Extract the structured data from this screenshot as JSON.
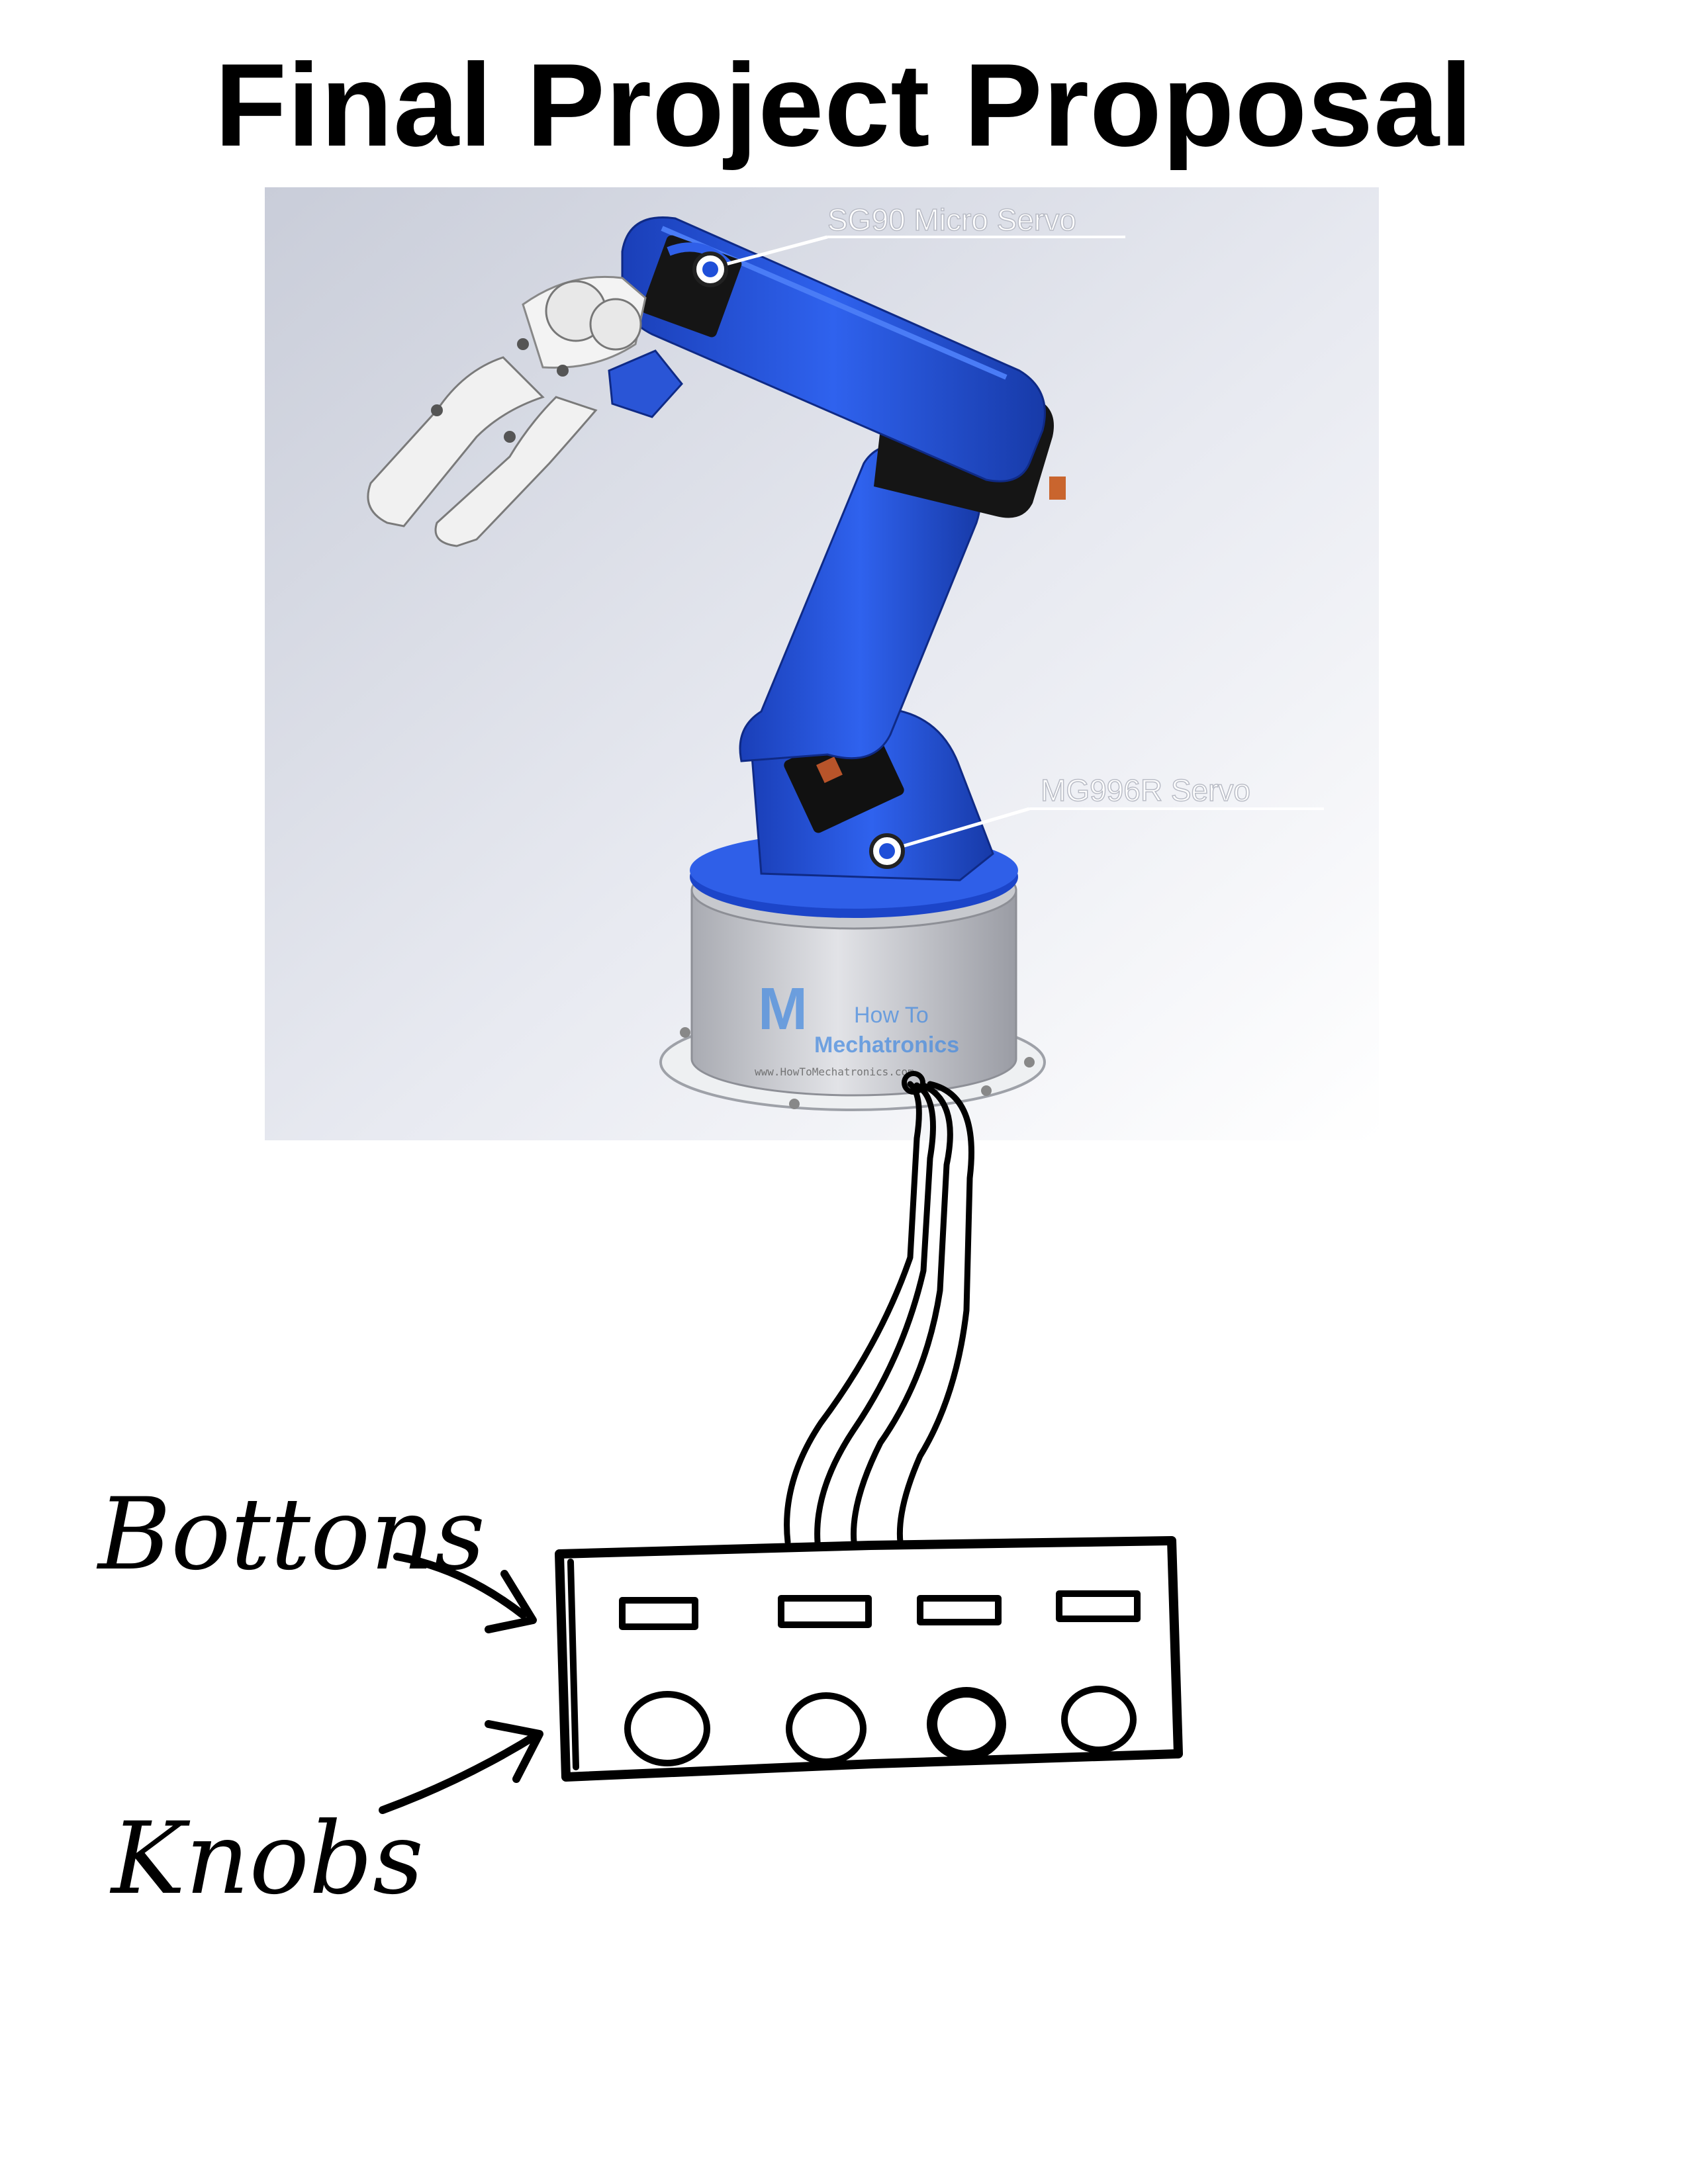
{
  "title": "Final Project Proposal",
  "arm_image": {
    "callouts": [
      "SG90 Micro Servo",
      "MG996R Servo"
    ],
    "watermark": {
      "line1": "How To",
      "line2": "Mechatronics",
      "url": "www.HowToMechatronics.com"
    }
  },
  "sketch": {
    "labels": {
      "buttons": "Bottons",
      "knobs": "Knobs"
    },
    "button_count": 4,
    "knob_count": 4,
    "wire_count": 4
  },
  "colors": {
    "arm_blue": "#1f4fd8",
    "base_gray": "#c9cbd0",
    "ink": "#000000"
  }
}
